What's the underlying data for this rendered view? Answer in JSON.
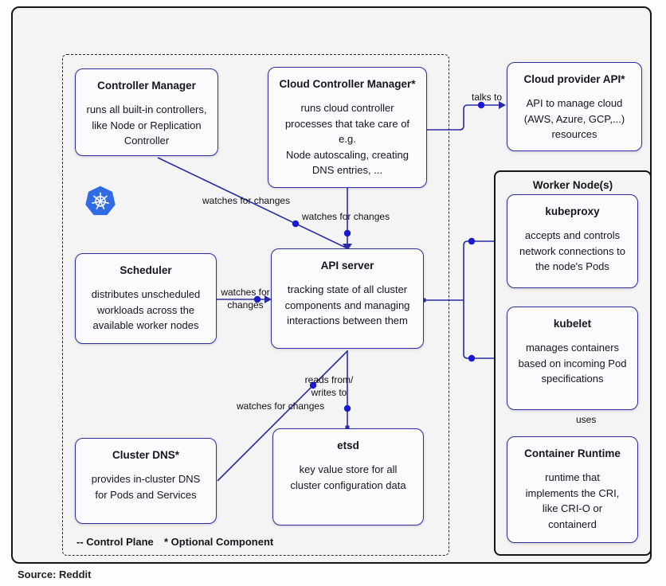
{
  "frame": {
    "source_caption": "Source: Reddit"
  },
  "legend": {
    "control_plane": "-- Control Plane",
    "optional_component": "* Optional Component"
  },
  "control_plane": {
    "controller_manager": {
      "title": "Controller Manager",
      "body": "runs all built-in controllers,\nlike Node or Replication\nController"
    },
    "cloud_controller_manager": {
      "title": "Cloud Controller Manager*",
      "body": "runs cloud controller\nprocesses that take care of\ne.g.\nNode autoscaling, creating\nDNS entries, ..."
    },
    "scheduler": {
      "title": "Scheduler",
      "body": "distributes unscheduled\nworkloads across the\navailable worker nodes"
    },
    "api_server": {
      "title": "API server",
      "body": "tracking state of all cluster\ncomponents and managing\ninteractions between them"
    },
    "cluster_dns": {
      "title": "Cluster DNS*",
      "body": "provides in-cluster DNS\nfor Pods and Services"
    },
    "etsd": {
      "title": "etsd",
      "body": "key value store for all\ncluster configuration data"
    }
  },
  "cloud_provider_api": {
    "title": "Cloud provider API*",
    "body": "API to manage cloud\n(AWS, Azure, GCP,...)\nresources"
  },
  "worker_node": {
    "title": "Worker Node(s)",
    "kubeproxy": {
      "title": "kubeproxy",
      "body": "accepts and controls\nnetwork connections to\nthe node's Pods"
    },
    "kubelet": {
      "title": "kubelet",
      "body": "manages containers\nbased on incoming Pod\nspecifications"
    },
    "container_runtime": {
      "title": "Container Runtime",
      "body": "runtime that\nimplements the CRI,\nlike CRI-O or\ncontainerd"
    }
  },
  "edge_labels": {
    "talks_to": "talks to",
    "watches_cm": "watches for changes",
    "watches_ccm": "watches for changes",
    "watches_scheduler": "watches for\nchanges",
    "reads_writes": "reads from/\nwrites to",
    "watches_dns": "watches for changes",
    "uses": "uses"
  },
  "icons": {
    "kubernetes_logo": "kubernetes-helm-wheel"
  },
  "colors": {
    "line_blue": "#2b2ba6",
    "box_border_blue": "#2d2da6",
    "dot_blue": "#1a1ad2",
    "kubernetes_blue": "#326ce5"
  }
}
